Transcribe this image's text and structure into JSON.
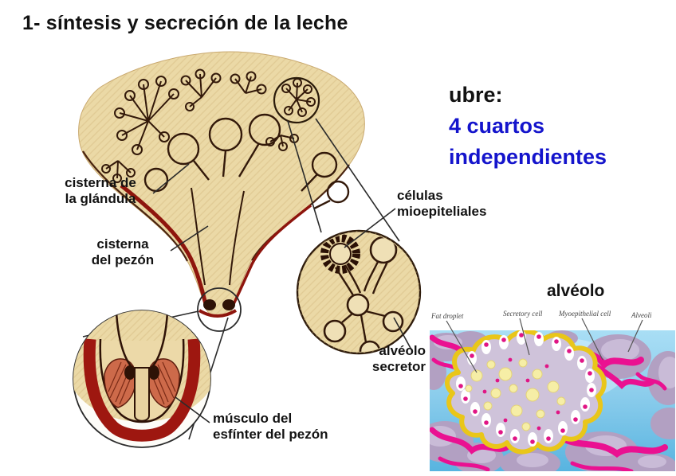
{
  "title": "1- síntesis y secreción de la leche",
  "annotation": {
    "ubre_heading": "ubre:",
    "ubre_line1": "4 cuartos",
    "ubre_line2": "independientes"
  },
  "labels": {
    "gland_cistern": "cisterna de\nla glándula",
    "teat_cistern": "cisterna\ndel pezón",
    "myoepithelial_cells": "células\nmioepiteliales",
    "secretory_alveolus": "alvéolo\nsecretor",
    "sphincter_muscle": "músculo del\nesfínter del pezón",
    "alveolus_heading": "alvéolo"
  },
  "photo_labels": {
    "fat_droplet": "Fat droplet",
    "secretory_cell": "Secretory cell",
    "myoepithelial_cell": "Myoepithelial cell",
    "alveoli": "Alveoli"
  },
  "colors": {
    "accent_blue": "#1414cc",
    "tissue_tan": "#ebd9a6",
    "outline_brown": "#33190a",
    "cistern_maroon": "#8e150d",
    "muscle_red": "#cd6a4a",
    "photo_sky_blue": "#6fc0e6",
    "photo_magenta": "#ea1191",
    "photo_purple": "#b2a0c2",
    "alveolus_yellow": "#e9c619",
    "alveolus_lavender": "#cfc3da",
    "fat_droplet_yellow": "#f6eea6"
  }
}
